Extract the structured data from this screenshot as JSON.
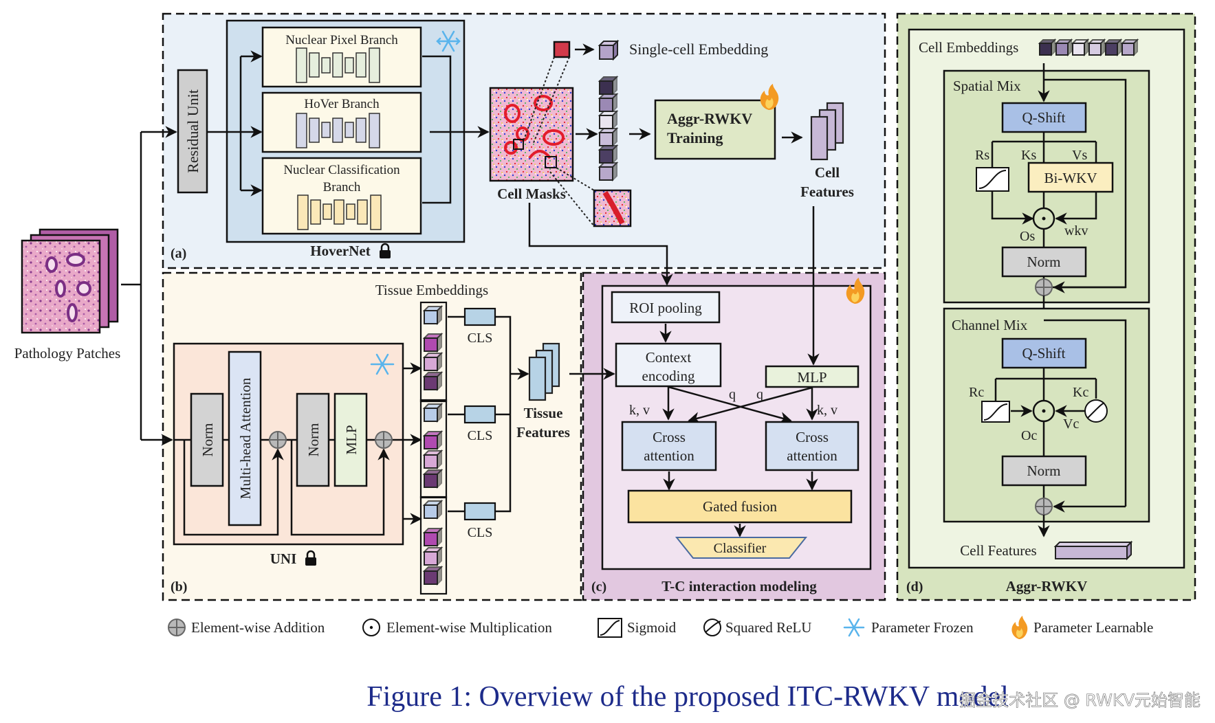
{
  "colors": {
    "panel_a_bg": "#eaf1f8",
    "panel_b_bg": "#fdf8ec",
    "panel_c_bg": "#e2c8e0",
    "panel_c_inner": "#f1e3f0",
    "panel_d_bg": "#d7e4bf",
    "panel_d_inner": "#eef4e2",
    "hovernet_bg": "#cfe0ee",
    "branch_bg": "#fdf9e8",
    "residual_gray": "#cfcfcf",
    "norm_gray": "#d3d3d3",
    "mha_blue": "#dbe4f4",
    "mlp_green": "#e9f2dc",
    "uni_bg": "#fbe6d9",
    "qshift_blue": "#a9c0e6",
    "biwkv_yellow": "#fbeec0",
    "aggr_green": "#dfe8c6",
    "gated_yellow": "#fbe3a0",
    "cross_att_blue": "#d5e0f1",
    "cls_blue": "#b7d3e6",
    "cell_purple": "#c7b8d6",
    "snowflake": "#59b4ec",
    "flame": "#f39a23"
  },
  "left": {
    "input_label": "Pathology Patches"
  },
  "panel_a": {
    "tag": "(a)",
    "residual_unit": "Residual Unit",
    "branches": [
      "Nuclear Pixel Branch",
      "HoVer Branch",
      "Nuclear Classification",
      "Branch"
    ],
    "hovernet_label": "HoverNet",
    "cell_masks_label": "Cell Masks",
    "single_cell_label": "Single-cell Embedding",
    "aggr_title_1": "Aggr-RWKV",
    "aggr_title_2": "Training",
    "cell_features_1": "Cell",
    "cell_features_2": "Features",
    "frozen_icon": "snowflake-icon",
    "learnable_icon": "flame-icon",
    "lock_icon": "lock-icon"
  },
  "panel_b": {
    "tag": "(b)",
    "tissue_embeddings": "Tissue Embeddings",
    "norm": "Norm",
    "mha": "Multi-head Attention",
    "mlp": "MLP",
    "uni_label": "UNI",
    "cls_labels": [
      "CLS",
      "CLS",
      "CLS"
    ],
    "tissue_features_1": "Tissue",
    "tissue_features_2": "Features"
  },
  "panel_c": {
    "tag": "(c)",
    "title": "T-C interaction modeling",
    "roi_pooling": "ROI pooling",
    "context_1": "Context",
    "context_2": "encoding",
    "mlp": "MLP",
    "q_labels": [
      "q",
      "q"
    ],
    "kv_labels": [
      "k, v",
      "k, v"
    ],
    "cross_1": "Cross",
    "cross_2": "attention",
    "gated_fusion": "Gated fusion",
    "classifier": "Classifier"
  },
  "panel_d": {
    "tag": "(d)",
    "title": "Aggr-RWKV",
    "cell_embeddings": "Cell Embeddings",
    "spatial_mix": "Spatial Mix",
    "channel_mix": "Channel Mix",
    "q_shift": "Q-Shift",
    "bi_wkv": "Bi-WKV",
    "norm": "Norm",
    "rs": "Rs",
    "ks": "Ks",
    "vs": "Vs",
    "os": "Os",
    "wkv": "wkv",
    "rc": "Rc",
    "kc": "Kc",
    "vc": "Vc",
    "oc": "Oc",
    "cell_features": "Cell Features"
  },
  "legend": {
    "items": [
      {
        "icon": "element-wise-addition-icon",
        "label": "Element-wise Addition"
      },
      {
        "icon": "element-wise-multiplication-icon",
        "label": "Element-wise Multiplication"
      },
      {
        "icon": "sigmoid-icon",
        "label": "Sigmoid"
      },
      {
        "icon": "squared-relu-icon",
        "label": "Squared ReLU"
      },
      {
        "icon": "snowflake-icon",
        "label": "Parameter Frozen"
      },
      {
        "icon": "flame-icon",
        "label": "Parameter Learnable"
      }
    ]
  },
  "caption": "Figure 1: Overview of the proposed ITC-RWKV model",
  "watermark": "掘金技术社区 @ RWKV元始智能"
}
